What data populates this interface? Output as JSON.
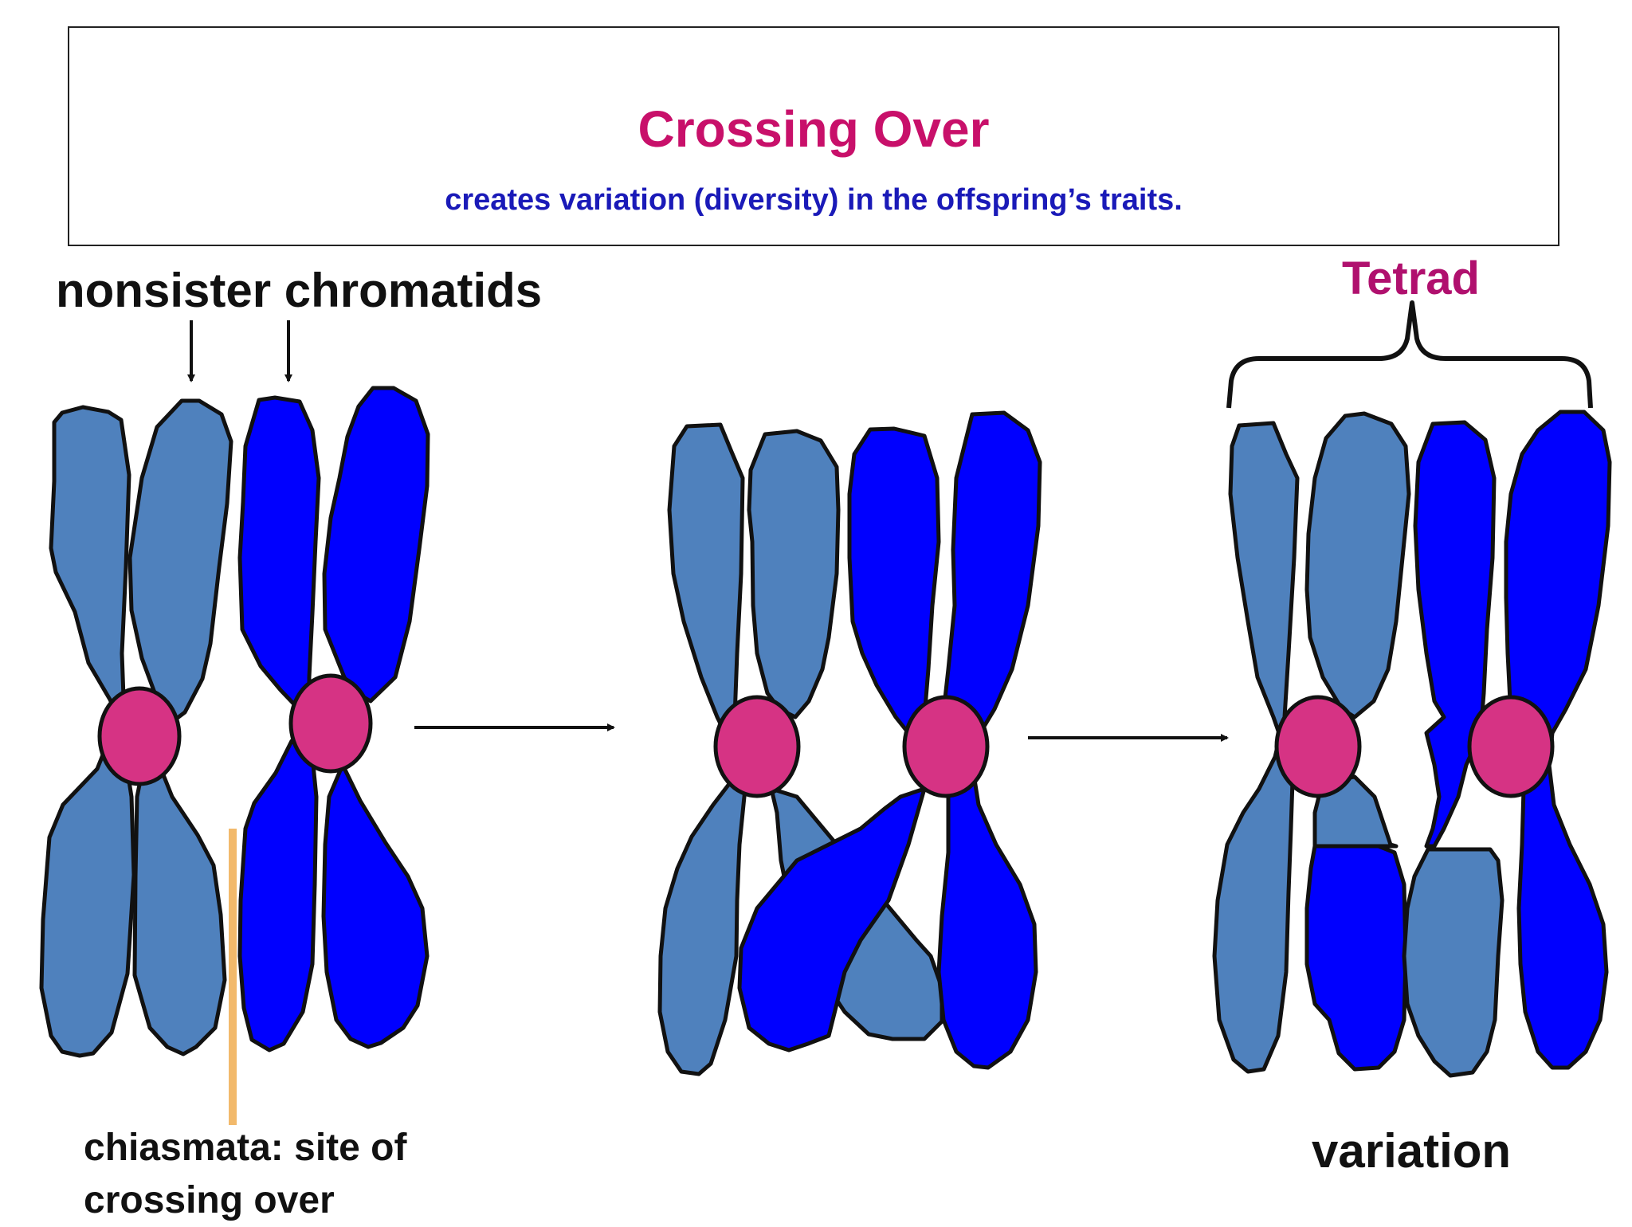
{
  "header": {
    "title": "Crossing Over",
    "subtitle": "creates variation (diversity) in the offspring’s traits."
  },
  "labels": {
    "nonsister": "nonsister chromatids",
    "tetrad": "Tetrad",
    "chiasmata_line1": "chiasmata: site of",
    "chiasmata_line2": "crossing over",
    "variation": "variation"
  },
  "colors": {
    "light_chromatid": "#4f81bd",
    "dark_chromatid": "#0000ff",
    "centromere": "#d63384",
    "chiasmata_marker": "#f2b96b",
    "title": "#c8106a",
    "subtitle": "#1a1ab8"
  }
}
